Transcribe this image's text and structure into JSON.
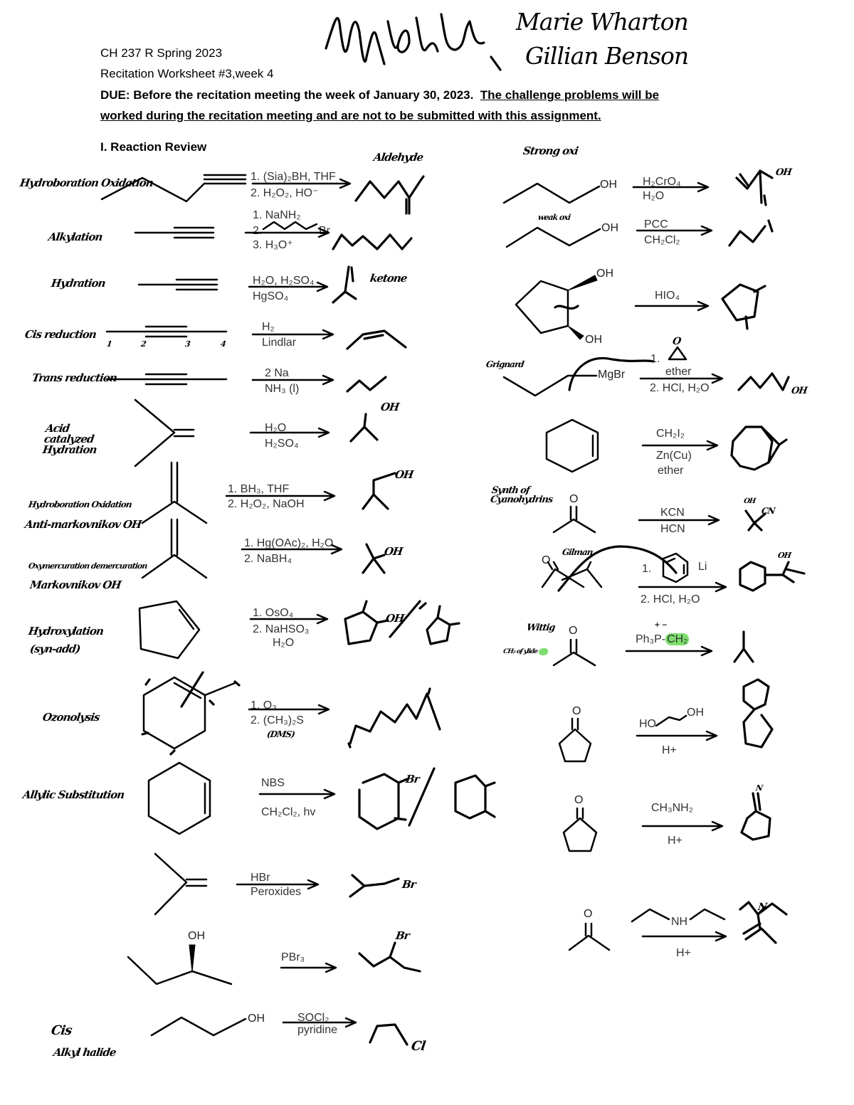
{
  "header": {
    "course": "CH 237 R Spring 2023",
    "worksheet": "Recitation Worksheet #3,week 4",
    "due_plain": "DUE: Before the recitation meeting the week of January 30, 2023.",
    "due_underlined_1": "The challenge problems will be",
    "due_underlined_2": "worked during the recitation meeting and are not to be submitted with this assignment.",
    "section": "I. Reaction Review"
  },
  "students": {
    "name_1": "Marie Wharton",
    "name_2": "Gillian Benson"
  },
  "left_reactions": [
    {
      "label": "Hydroboration Oxidation",
      "note": "Aldehyde",
      "reagent_1": "1. (Sia)₂BH, THF",
      "reagent_2": "2. H₂O₂, HO⁻"
    },
    {
      "label": "Alkylation",
      "reagent_1": "1. NaNH₂",
      "reagent_2": "2.",
      "reagent_2_atom": "Br",
      "reagent_3": "3. H₃O⁺"
    },
    {
      "label": "Hydration",
      "note": "ketone",
      "reagent_1": "H₂O, H₂SO₄",
      "reagent_2": "HgSO₄"
    },
    {
      "label": "Cis reduction",
      "numbering": [
        "1",
        "2",
        "3",
        "4"
      ],
      "reagent_1": "H₂",
      "reagent_2": "Lindlar"
    },
    {
      "label": "Trans reduction",
      "reagent_1": "2 Na",
      "reagent_2": "NH₃ (l)"
    },
    {
      "label": "Acid catalyzed Hydration",
      "product_atom": "OH",
      "reagent_1": "H₂O",
      "reagent_2": "H₂SO₄"
    },
    {
      "label": "Hydroboration Oxidation",
      "label_2": "Anti-markovnikov OH",
      "product_atom": "OH",
      "reagent_1": "1. BH₃, THF",
      "reagent_2": "2. H₂O₂, NaOH"
    },
    {
      "label": "Oxymercuration demercuration",
      "label_2": "Markovnikov OH",
      "product_atom": "OH",
      "reagent_1": "1. Hg(OAc)₂, H₂O",
      "reagent_2": "2. NaBH₄"
    },
    {
      "label": "Hydroxylation",
      "label_2": "(syn-add)",
      "product_atom": "OH",
      "reagent_1": "1. OsO₄",
      "reagent_2": "2. NaHSO₃",
      "reagent_3": "H₂O"
    },
    {
      "label": "Ozonolysis",
      "reagent_1": "1. O₃",
      "reagent_2": "2. (CH₃)₂S",
      "note": "(DMS)"
    },
    {
      "label": "Allylic Substitution",
      "product_atom": "Br",
      "reagent_1": "NBS",
      "reagent_2": "CH₂Cl₂, hv"
    },
    {
      "product_atom": "Br",
      "reagent_1": "HBr",
      "reagent_2": "Peroxides"
    },
    {
      "reactant_atom": "OH",
      "product_atom": "Br",
      "reagent_1": "PBr₃"
    },
    {
      "label": "Cis",
      "label_2": "Alkyl halide",
      "reactant_atom": "OH",
      "product_atom": "Cl",
      "reagent_1": "SOCl₂",
      "reagent_2": "pyridine"
    }
  ],
  "right_reactions": [
    {
      "label": "Strong oxi",
      "reactant_atom": "OH",
      "product_atom": "OH",
      "reagent_1": "H₂CrO₄",
      "reagent_2": "H₂O"
    },
    {
      "label": "weak oxi",
      "reactant_atom": "OH",
      "reagent_1": "PCC",
      "reagent_2": "CH₂Cl₂"
    },
    {
      "reactant_atom_1": "OH",
      "reactant_atom_2": "OH",
      "reagent_1": "HIO₄"
    },
    {
      "label": "Grignard",
      "reactant_atom": "MgBr",
      "reagent_1": "1.",
      "reagent_1_atom": "O",
      "reagent_2": "ether",
      "reagent_3": "2. HCl, H₂O",
      "product_atom": "OH"
    },
    {
      "reagent_1": "CH₂I₂",
      "reagent_2": "Zn(Cu)",
      "reagent_3": "ether"
    },
    {
      "label": "Synth of Cyanohydrins",
      "reactant_atom": "O",
      "reagent_1": "KCN",
      "reagent_2": "HCN",
      "product_atom_1": "OH",
      "product_atom_2": "CN"
    },
    {
      "label": "Gilman",
      "reactant_atom": "O",
      "reagent_1": "1.",
      "reagent_1_atom": "Li",
      "reagent_2": "2. HCl, H₂O",
      "product_atom": "OH"
    },
    {
      "label": "Wittig",
      "label_2": "CH₂ of ylide",
      "reactant_atom": "O",
      "reagent_charges": "+  −",
      "reagent_1a": "Ph₃P-",
      "reagent_1b": "CH₂"
    },
    {
      "reactant_atom": "O",
      "reagent_1a": "HO",
      "reagent_1b": "OH",
      "reagent_2": "H+"
    },
    {
      "reactant_atom": "O",
      "reagent_1": "CH₃NH₂",
      "reagent_2": "H+",
      "product_atom": "N"
    },
    {
      "reactant_atom": "O",
      "reagent_1": "NH",
      "reagent_2": "H+",
      "product_atom": "N"
    }
  ],
  "colors": {
    "highlight": "#7dde6e",
    "reagent_text": "#333333",
    "ink": "#000000"
  }
}
